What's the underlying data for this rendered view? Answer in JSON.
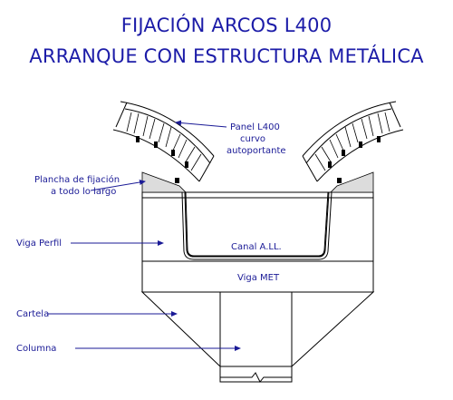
{
  "title_line1": "FIJACIÓN ARCOS L400",
  "title_line2": "ARRANQUE CON ESTRUCTURA METÁLICA",
  "labels": {
    "panel_1": "Panel L400",
    "panel_2": "curvo",
    "panel_3": "autoportante",
    "plancha_1": "Plancha de fijación",
    "plancha_2": "a todo lo largo",
    "viga_perfil": "Viga Perfil",
    "canal": "Canal A.LL.",
    "viga_met": "Viga MET",
    "cartela": "Cartela",
    "columna": "Columna"
  },
  "colors": {
    "ink": "#1a1a96",
    "plate_fill": "#dcdcdc"
  }
}
